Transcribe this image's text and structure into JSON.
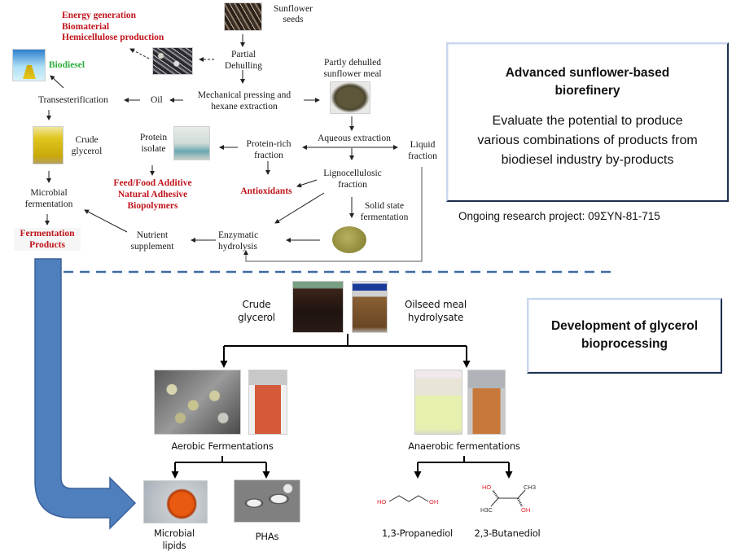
{
  "top_section": {
    "sunflower_seeds": "Sunflower\nseeds",
    "partial_dehulling": [
      "Partial",
      "Dehulling"
    ],
    "hull_products": [
      "Energy generation",
      "Biomaterial",
      "Hemicellulose production"
    ],
    "biodiesel": "Biodiesel",
    "transesterification": "Transesterification",
    "oil": "Oil",
    "mechanical_pressing": [
      "Mechanical  pressing and",
      "hexane extraction"
    ],
    "partly_dehulled_meal": [
      "Partly dehulled",
      "sunflower meal"
    ],
    "crude_glycerol": [
      "Crude",
      "glycerol"
    ],
    "protein_isolate": [
      "Protein",
      "isolate"
    ],
    "protein_products": [
      "Feed/Food Additive",
      "Natural Adhesive",
      "Biopolymers"
    ],
    "protein_rich_fraction": [
      "Protein-rich",
      "fraction"
    ],
    "aqueous_extraction": "Aqueous extraction",
    "liquid_fraction": [
      "Liquid",
      "fraction"
    ],
    "lignocellulosic_fraction": [
      "Lignocellulosic",
      "fraction"
    ],
    "antioxidants": "Antioxidants",
    "solid_state_fermentation": [
      "Solid state",
      "fermentation"
    ],
    "microbial_fermentation": [
      "Microbial",
      "fermentation"
    ],
    "nutrient_supplement": [
      "Nutrient",
      "supplement"
    ],
    "enzymatic_hydrolysis": [
      "Enzymatic",
      "hydrolysis"
    ],
    "fermentation_products": [
      "Fermentation",
      "Products"
    ]
  },
  "info_box_1": {
    "title": [
      "Advanced sunflower-based",
      "biorefinery"
    ],
    "body": [
      "Evaluate the potential to produce",
      "various combinations of products from",
      "biodiesel industry by-products"
    ],
    "footer": "Ongoing research project: 09ΣΥΝ-81-715"
  },
  "info_box_2": {
    "title": [
      "Development of glycerol",
      "bioprocessing"
    ]
  },
  "bottom_section": {
    "crude_glycerol": [
      "Crude",
      "glycerol"
    ],
    "oilseed_meal_hydrolysate": [
      "Oilseed meal",
      "hydrolysate"
    ],
    "aerobic_fermentations": "Aerobic Fermentations",
    "anaerobic_fermentations": "Anaerobic fermentations",
    "microbial_lipids": [
      "Microbial",
      "lipids"
    ],
    "phas": "PHAs",
    "propanediol": "1,3-Propanediol",
    "butanediol": "2,3-Butanediol",
    "molecule_labels": {
      "ho": "HO",
      "oh": "OH",
      "ch3": "CH3",
      "h3c": "H3C"
    }
  },
  "colors": {
    "red_product": "#c0141c",
    "green_product": "#2fae3e",
    "blue_arrow": "#4f7fbd",
    "blue_arrow_border": "#3a629a",
    "dashed_divider": "#3e6aa5",
    "molecule_heteroatom": "#e8202a"
  }
}
